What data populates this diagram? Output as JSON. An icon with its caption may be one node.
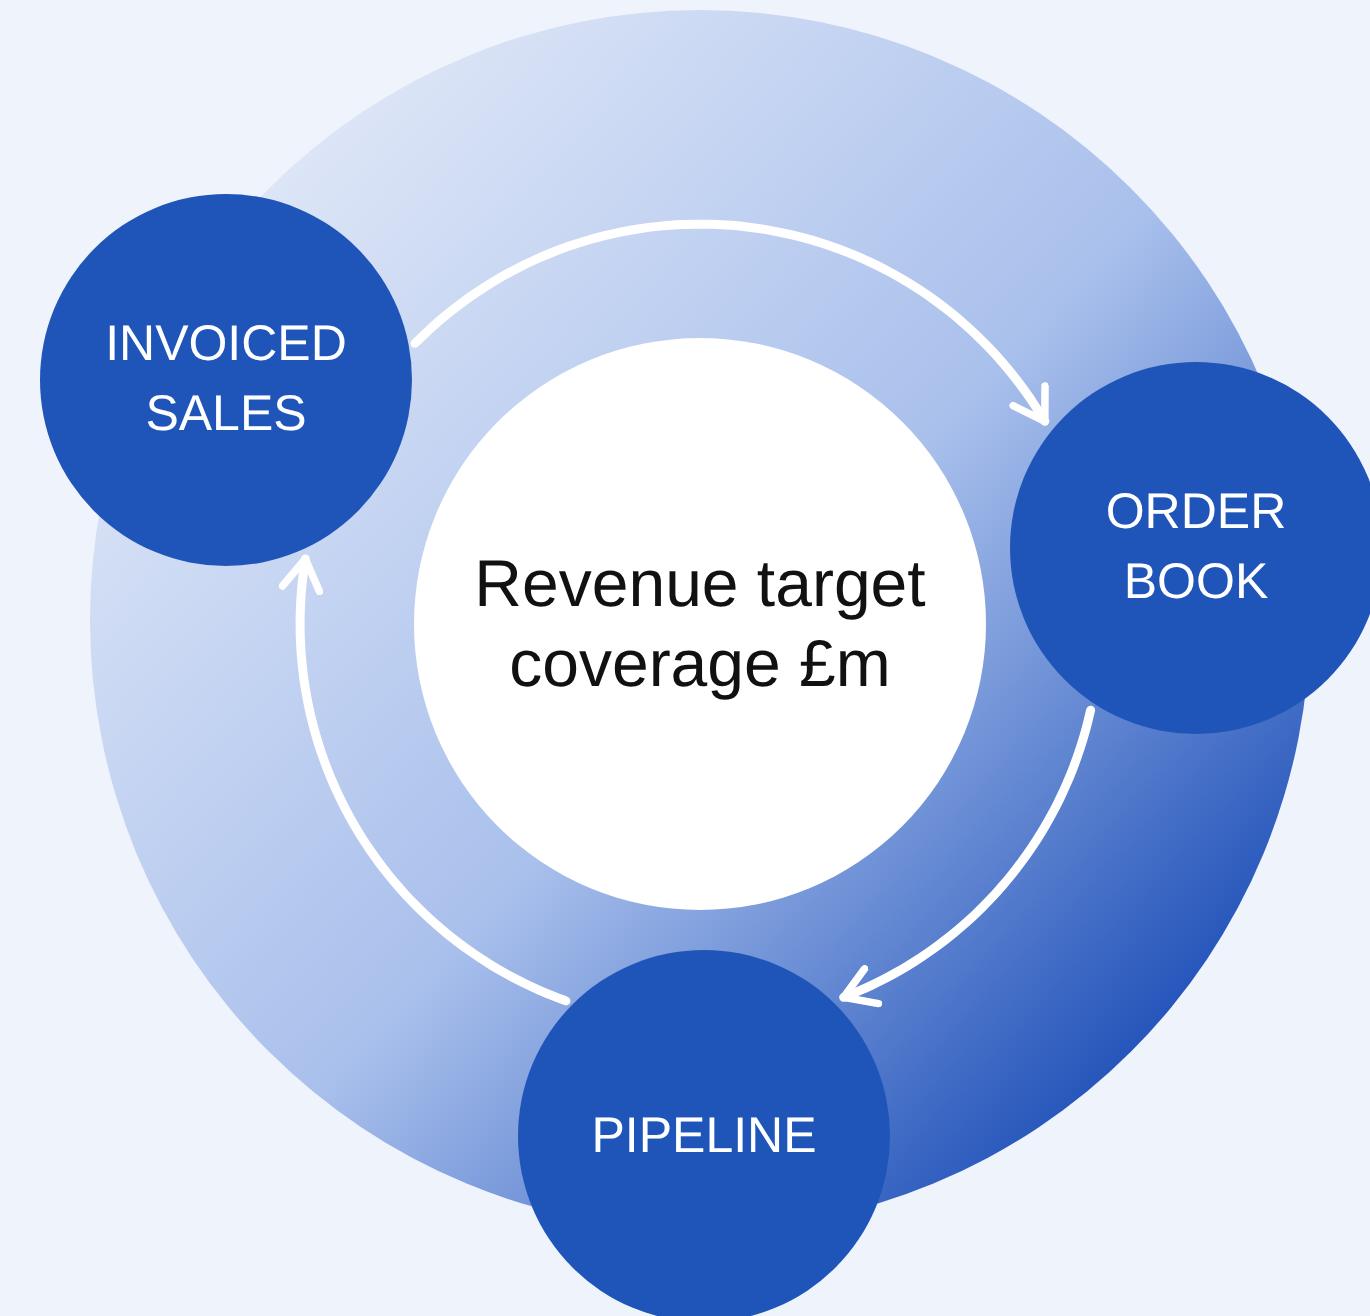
{
  "diagram": {
    "nodes": [
      {
        "text": [
          "INVOICED SALES"
        ]
      },
      {
        "text": [
          "ORDER BOOK"
        ]
      },
      {
        "text": [
          "Revenue target coverage £m"
        ]
      },
      {
        "text": [
          "PIPELINE"
        ]
      }
    ],
    "edges": [
      {
        "from": 0,
        "to": 1,
        "arrow": "to"
      },
      {
        "from": 1,
        "to": 3,
        "arrow": "to"
      },
      {
        "from": 3,
        "to": 0,
        "arrow": "to"
      }
    ]
  }
}
